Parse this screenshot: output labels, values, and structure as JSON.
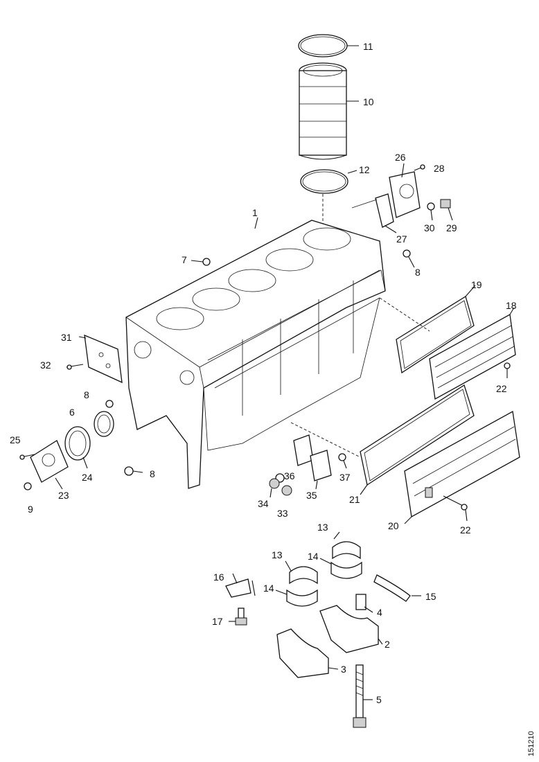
{
  "diagram": {
    "reference_code": "151210",
    "callouts": {
      "c1": "1",
      "c2": "2",
      "c3": "3",
      "c4": "4",
      "c5": "5",
      "c6": "6",
      "c7": "7",
      "c8a": "8",
      "c8b": "8",
      "c8c": "8",
      "c9": "9",
      "c10": "10",
      "c11": "11",
      "c12": "12",
      "c13a": "13",
      "c13b": "13",
      "c14a": "14",
      "c14b": "14",
      "c15": "15",
      "c16": "16",
      "c17": "17",
      "c18": "18",
      "c19": "19",
      "c20": "20",
      "c21": "21",
      "c22a": "22",
      "c22b": "22",
      "c23": "23",
      "c24": "24",
      "c25": "25",
      "c26": "26",
      "c27": "27",
      "c28": "28",
      "c29": "29",
      "c30": "30",
      "c31": "31",
      "c32": "32",
      "c33": "33",
      "c34": "34",
      "c35": "35",
      "c36": "36",
      "c37": "37"
    }
  }
}
